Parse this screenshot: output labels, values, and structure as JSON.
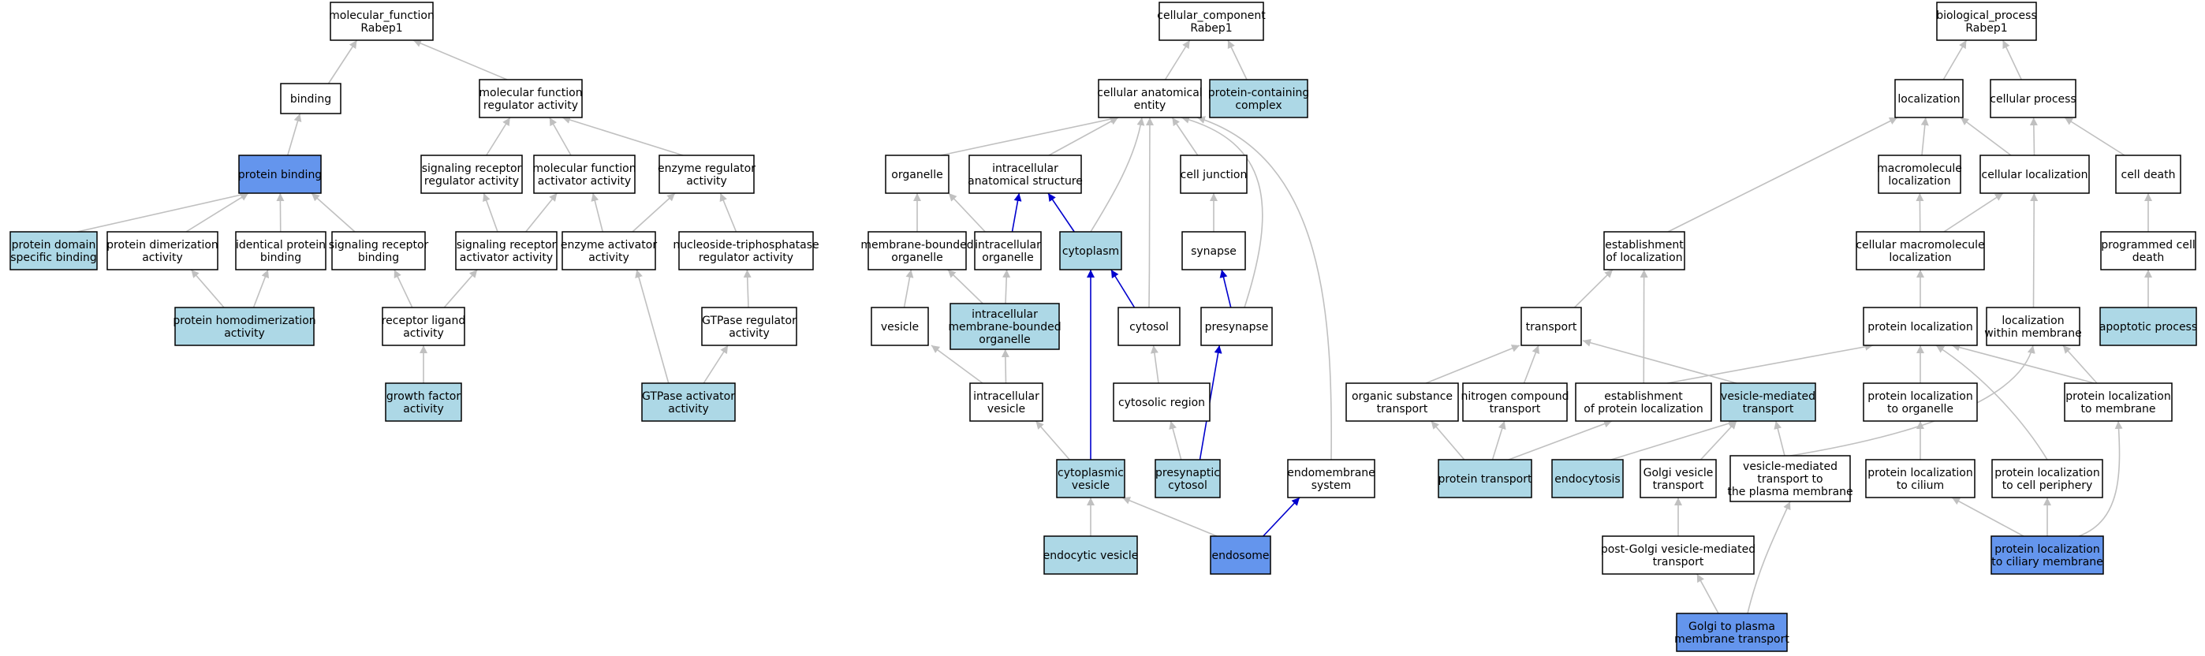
{
  "colors": {
    "plain": "#ffffff",
    "light": "#add8e6",
    "strong": "#6495ed",
    "edge_gray": "#c0c0c0",
    "edge_blue": "#0000cd"
  },
  "nodes": [
    {
      "id": "mf_root",
      "lines": [
        "molecular_function",
        "Rabep1"
      ],
      "fill": "plain"
    },
    {
      "id": "binding",
      "lines": [
        "binding"
      ],
      "fill": "plain"
    },
    {
      "id": "mf_reg",
      "lines": [
        "molecular function",
        "regulator activity"
      ],
      "fill": "plain"
    },
    {
      "id": "protein_binding",
      "lines": [
        "protein binding"
      ],
      "fill": "strong"
    },
    {
      "id": "sig_rec_reg",
      "lines": [
        "signaling receptor",
        "regulator activity"
      ],
      "fill": "plain"
    },
    {
      "id": "mf_act",
      "lines": [
        "molecular function",
        "activator activity"
      ],
      "fill": "plain"
    },
    {
      "id": "enz_reg",
      "lines": [
        "enzyme regulator",
        "activity"
      ],
      "fill": "plain"
    },
    {
      "id": "pdsb",
      "lines": [
        "protein domain",
        "specific binding"
      ],
      "fill": "light"
    },
    {
      "id": "pdim",
      "lines": [
        "protein dimerization",
        "activity"
      ],
      "fill": "plain"
    },
    {
      "id": "ident",
      "lines": [
        "identical protein",
        "binding"
      ],
      "fill": "plain"
    },
    {
      "id": "srb",
      "lines": [
        "signaling receptor",
        "binding"
      ],
      "fill": "plain"
    },
    {
      "id": "sraa",
      "lines": [
        "signaling receptor",
        "activator activity"
      ],
      "fill": "plain"
    },
    {
      "id": "enz_act",
      "lines": [
        "enzyme activator",
        "activity"
      ],
      "fill": "plain"
    },
    {
      "id": "ntp_reg",
      "lines": [
        "nucleoside-triphosphatase",
        "regulator activity"
      ],
      "fill": "plain"
    },
    {
      "id": "phd",
      "lines": [
        "protein homodimerization",
        "activity"
      ],
      "fill": "light"
    },
    {
      "id": "rla",
      "lines": [
        "receptor ligand",
        "activity"
      ],
      "fill": "plain"
    },
    {
      "id": "gtpreg",
      "lines": [
        "GTPase regulator",
        "activity"
      ],
      "fill": "plain"
    },
    {
      "id": "gfa",
      "lines": [
        "growth factor",
        "activity"
      ],
      "fill": "light"
    },
    {
      "id": "gtpact",
      "lines": [
        "GTPase activator",
        "activity"
      ],
      "fill": "light"
    },
    {
      "id": "cc_root",
      "lines": [
        "cellular_component",
        "Rabep1"
      ],
      "fill": "plain"
    },
    {
      "id": "cae",
      "lines": [
        "cellular anatomical",
        "entity"
      ],
      "fill": "plain"
    },
    {
      "id": "pcc",
      "lines": [
        "protein-containing",
        "complex"
      ],
      "fill": "light"
    },
    {
      "id": "organelle",
      "lines": [
        "organelle"
      ],
      "fill": "plain"
    },
    {
      "id": "ias",
      "lines": [
        "intracellular",
        "anatomical structure"
      ],
      "fill": "plain"
    },
    {
      "id": "cj",
      "lines": [
        "cell junction"
      ],
      "fill": "plain"
    },
    {
      "id": "mbo",
      "lines": [
        "membrane-bounded",
        "organelle"
      ],
      "fill": "plain"
    },
    {
      "id": "io",
      "lines": [
        "intracellular",
        "organelle"
      ],
      "fill": "plain"
    },
    {
      "id": "cytoplasm",
      "lines": [
        "cytoplasm"
      ],
      "fill": "light"
    },
    {
      "id": "synapse",
      "lines": [
        "synapse"
      ],
      "fill": "plain"
    },
    {
      "id": "vesicle",
      "lines": [
        "vesicle"
      ],
      "fill": "plain"
    },
    {
      "id": "imbo",
      "lines": [
        "intracellular",
        "membrane-bounded",
        "organelle"
      ],
      "fill": "light"
    },
    {
      "id": "cytosol",
      "lines": [
        "cytosol"
      ],
      "fill": "plain"
    },
    {
      "id": "presynapse",
      "lines": [
        "presynapse"
      ],
      "fill": "plain"
    },
    {
      "id": "iv",
      "lines": [
        "intracellular",
        "vesicle"
      ],
      "fill": "plain"
    },
    {
      "id": "cyr",
      "lines": [
        "cytosolic region"
      ],
      "fill": "plain"
    },
    {
      "id": "cv",
      "lines": [
        "cytoplasmic",
        "vesicle"
      ],
      "fill": "light"
    },
    {
      "id": "pc",
      "lines": [
        "presynaptic",
        "cytosol"
      ],
      "fill": "light"
    },
    {
      "id": "ems",
      "lines": [
        "endomembrane",
        "system"
      ],
      "fill": "plain"
    },
    {
      "id": "ev",
      "lines": [
        "endocytic vesicle"
      ],
      "fill": "light"
    },
    {
      "id": "endosome",
      "lines": [
        "endosome"
      ],
      "fill": "strong"
    },
    {
      "id": "bp_root",
      "lines": [
        "biological_process",
        "Rabep1"
      ],
      "fill": "plain"
    },
    {
      "id": "loc",
      "lines": [
        "localization"
      ],
      "fill": "plain"
    },
    {
      "id": "cp",
      "lines": [
        "cellular process"
      ],
      "fill": "plain"
    },
    {
      "id": "ml",
      "lines": [
        "macromolecule",
        "localization"
      ],
      "fill": "plain"
    },
    {
      "id": "cl",
      "lines": [
        "cellular localization"
      ],
      "fill": "plain"
    },
    {
      "id": "cd",
      "lines": [
        "cell death"
      ],
      "fill": "plain"
    },
    {
      "id": "eol",
      "lines": [
        "establishment",
        "of localization"
      ],
      "fill": "plain"
    },
    {
      "id": "cml",
      "lines": [
        "cellular macromolecule",
        "localization"
      ],
      "fill": "plain"
    },
    {
      "id": "pcd",
      "lines": [
        "programmed cell",
        "death"
      ],
      "fill": "plain"
    },
    {
      "id": "transport",
      "lines": [
        "transport"
      ],
      "fill": "plain"
    },
    {
      "id": "pl",
      "lines": [
        "protein localization"
      ],
      "fill": "plain"
    },
    {
      "id": "lwm",
      "lines": [
        "localization",
        "within membrane"
      ],
      "fill": "plain"
    },
    {
      "id": "ap",
      "lines": [
        "apoptotic process"
      ],
      "fill": "light"
    },
    {
      "id": "ost",
      "lines": [
        "organic substance",
        "transport"
      ],
      "fill": "plain"
    },
    {
      "id": "nct",
      "lines": [
        "nitrogen compound",
        "transport"
      ],
      "fill": "plain"
    },
    {
      "id": "epl",
      "lines": [
        "establishment",
        "of protein localization"
      ],
      "fill": "plain"
    },
    {
      "id": "vmt",
      "lines": [
        "vesicle-mediated",
        "transport"
      ],
      "fill": "light"
    },
    {
      "id": "plo",
      "lines": [
        "protein localization",
        "to organelle"
      ],
      "fill": "plain"
    },
    {
      "id": "plm",
      "lines": [
        "protein localization",
        "to membrane"
      ],
      "fill": "plain"
    },
    {
      "id": "pt",
      "lines": [
        "protein transport"
      ],
      "fill": "light"
    },
    {
      "id": "endocytosis",
      "lines": [
        "endocytosis"
      ],
      "fill": "light"
    },
    {
      "id": "gvt",
      "lines": [
        "Golgi vesicle",
        "transport"
      ],
      "fill": "plain"
    },
    {
      "id": "vmtpm",
      "lines": [
        "vesicle-mediated",
        "transport to",
        "the plasma membrane"
      ],
      "fill": "plain"
    },
    {
      "id": "plc",
      "lines": [
        "protein localization",
        "to cilium"
      ],
      "fill": "plain"
    },
    {
      "id": "plcp",
      "lines": [
        "protein localization",
        "to cell periphery"
      ],
      "fill": "plain"
    },
    {
      "id": "pgvmt",
      "lines": [
        "post-Golgi vesicle-mediated",
        "transport"
      ],
      "fill": "plain"
    },
    {
      "id": "plcm",
      "lines": [
        "protein localization",
        "to ciliary membrane"
      ],
      "fill": "strong"
    },
    {
      "id": "gpmt",
      "lines": [
        "Golgi to plasma",
        "membrane transport"
      ],
      "fill": "strong"
    }
  ],
  "edges": [
    {
      "from": "binding",
      "to": "mf_root",
      "color": "gray"
    },
    {
      "from": "mf_reg",
      "to": "mf_root",
      "color": "gray"
    },
    {
      "from": "protein_binding",
      "to": "binding",
      "color": "gray"
    },
    {
      "from": "sig_rec_reg",
      "to": "mf_reg",
      "color": "gray"
    },
    {
      "from": "mf_act",
      "to": "mf_reg",
      "color": "gray"
    },
    {
      "from": "enz_reg",
      "to": "mf_reg",
      "color": "gray"
    },
    {
      "from": "pdsb",
      "to": "protein_binding",
      "color": "gray"
    },
    {
      "from": "pdim",
      "to": "protein_binding",
      "color": "gray"
    },
    {
      "from": "ident",
      "to": "protein_binding",
      "color": "gray"
    },
    {
      "from": "srb",
      "to": "protein_binding",
      "color": "gray"
    },
    {
      "from": "sraa",
      "to": "sig_rec_reg",
      "color": "gray"
    },
    {
      "from": "sraa",
      "to": "mf_act",
      "color": "gray"
    },
    {
      "from": "enz_act",
      "to": "mf_act",
      "color": "gray"
    },
    {
      "from": "enz_act",
      "to": "enz_reg",
      "color": "gray"
    },
    {
      "from": "ntp_reg",
      "to": "enz_reg",
      "color": "gray"
    },
    {
      "from": "phd",
      "to": "pdim",
      "color": "gray"
    },
    {
      "from": "phd",
      "to": "ident",
      "color": "gray"
    },
    {
      "from": "rla",
      "to": "srb",
      "color": "gray"
    },
    {
      "from": "rla",
      "to": "sraa",
      "color": "gray"
    },
    {
      "from": "gtpreg",
      "to": "ntp_reg",
      "color": "gray"
    },
    {
      "from": "gfa",
      "to": "rla",
      "color": "gray"
    },
    {
      "from": "gtpact",
      "to": "enz_act",
      "color": "gray"
    },
    {
      "from": "gtpact",
      "to": "gtpreg",
      "color": "gray"
    },
    {
      "from": "cae",
      "to": "cc_root",
      "color": "gray"
    },
    {
      "from": "pcc",
      "to": "cc_root",
      "color": "gray"
    },
    {
      "from": "organelle",
      "to": "cae",
      "color": "gray"
    },
    {
      "from": "ias",
      "to": "cae",
      "color": "gray"
    },
    {
      "from": "cj",
      "to": "cae",
      "color": "gray"
    },
    {
      "from": "cytoplasm",
      "to": "cae",
      "color": "gray"
    },
    {
      "from": "cytosol",
      "to": "cae",
      "color": "gray"
    },
    {
      "from": "presynapse",
      "to": "cae",
      "color": "gray"
    },
    {
      "from": "ems",
      "to": "cae",
      "color": "gray"
    },
    {
      "from": "mbo",
      "to": "organelle",
      "color": "gray"
    },
    {
      "from": "io",
      "to": "organelle",
      "color": "gray"
    },
    {
      "from": "io",
      "to": "ias",
      "color": "blue"
    },
    {
      "from": "cytoplasm",
      "to": "ias",
      "color": "blue"
    },
    {
      "from": "synapse",
      "to": "cj",
      "color": "gray"
    },
    {
      "from": "vesicle",
      "to": "mbo",
      "color": "gray"
    },
    {
      "from": "imbo",
      "to": "mbo",
      "color": "gray"
    },
    {
      "from": "imbo",
      "to": "io",
      "color": "gray"
    },
    {
      "from": "cytosol",
      "to": "cytoplasm",
      "color": "blue"
    },
    {
      "from": "presynapse",
      "to": "synapse",
      "color": "blue"
    },
    {
      "from": "iv",
      "to": "vesicle",
      "color": "gray"
    },
    {
      "from": "iv",
      "to": "imbo",
      "color": "gray"
    },
    {
      "from": "cyr",
      "to": "cytosol",
      "color": "gray"
    },
    {
      "from": "cv",
      "to": "iv",
      "color": "gray"
    },
    {
      "from": "cv",
      "to": "cytoplasm",
      "color": "blue"
    },
    {
      "from": "pc",
      "to": "cyr",
      "color": "gray"
    },
    {
      "from": "pc",
      "to": "presynapse",
      "color": "blue"
    },
    {
      "from": "ev",
      "to": "cv",
      "color": "gray"
    },
    {
      "from": "endosome",
      "to": "cv",
      "color": "gray"
    },
    {
      "from": "endosome",
      "to": "ems",
      "color": "blue"
    },
    {
      "from": "loc",
      "to": "bp_root",
      "color": "gray"
    },
    {
      "from": "cp",
      "to": "bp_root",
      "color": "gray"
    },
    {
      "from": "ml",
      "to": "loc",
      "color": "gray"
    },
    {
      "from": "cl",
      "to": "loc",
      "color": "gray"
    },
    {
      "from": "cl",
      "to": "cp",
      "color": "gray"
    },
    {
      "from": "cd",
      "to": "cp",
      "color": "gray"
    },
    {
      "from": "eol",
      "to": "loc",
      "color": "gray"
    },
    {
      "from": "cml",
      "to": "ml",
      "color": "gray"
    },
    {
      "from": "cml",
      "to": "cl",
      "color": "gray"
    },
    {
      "from": "pcd",
      "to": "cd",
      "color": "gray"
    },
    {
      "from": "transport",
      "to": "eol",
      "color": "gray"
    },
    {
      "from": "pl",
      "to": "cml",
      "color": "gray"
    },
    {
      "from": "lwm",
      "to": "cl",
      "color": "gray"
    },
    {
      "from": "ap",
      "to": "pcd",
      "color": "gray"
    },
    {
      "from": "ost",
      "to": "transport",
      "color": "gray"
    },
    {
      "from": "nct",
      "to": "transport",
      "color": "gray"
    },
    {
      "from": "vmt",
      "to": "transport",
      "color": "gray"
    },
    {
      "from": "epl",
      "to": "eol",
      "color": "gray"
    },
    {
      "from": "epl",
      "to": "pl",
      "color": "gray"
    },
    {
      "from": "plo",
      "to": "pl",
      "color": "gray"
    },
    {
      "from": "plm",
      "to": "pl",
      "color": "gray"
    },
    {
      "from": "plm",
      "to": "lwm",
      "color": "gray"
    },
    {
      "from": "pt",
      "to": "ost",
      "color": "gray"
    },
    {
      "from": "pt",
      "to": "nct",
      "color": "gray"
    },
    {
      "from": "pt",
      "to": "epl",
      "color": "gray"
    },
    {
      "from": "endocytosis",
      "to": "vmt",
      "color": "gray"
    },
    {
      "from": "gvt",
      "to": "vmt",
      "color": "gray"
    },
    {
      "from": "vmtpm",
      "to": "vmt",
      "color": "gray"
    },
    {
      "from": "vmtpm",
      "to": "lwm",
      "color": "gray"
    },
    {
      "from": "plc",
      "to": "plo",
      "color": "gray"
    },
    {
      "from": "plcp",
      "to": "pl",
      "color": "gray"
    },
    {
      "from": "pgvmt",
      "to": "gvt",
      "color": "gray"
    },
    {
      "from": "plcm",
      "to": "plc",
      "color": "gray"
    },
    {
      "from": "plcm",
      "to": "plcp",
      "color": "gray"
    },
    {
      "from": "plcm",
      "to": "plm",
      "color": "gray"
    },
    {
      "from": "gpmt",
      "to": "pgvmt",
      "color": "gray"
    },
    {
      "from": "gpmt",
      "to": "vmtpm",
      "color": "gray"
    }
  ]
}
